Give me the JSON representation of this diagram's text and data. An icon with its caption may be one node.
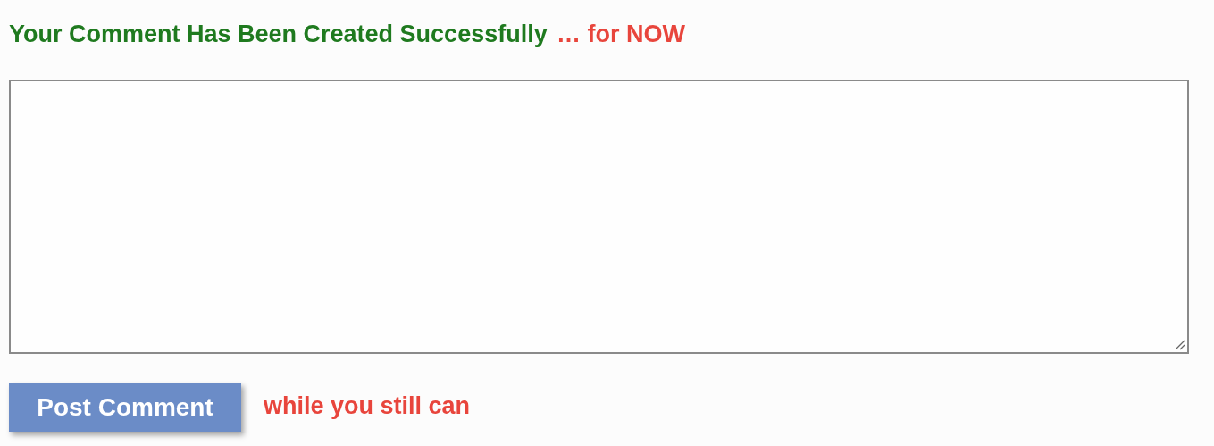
{
  "diagram": {
    "nodes": [
      {
        "text": [],
        "shape": "box"
      },
      {
        "text": [
          "Post Comment"
        ]
      }
    ],
    "labels": [
      "Your Comment Has Been Created Successfully",
      "… for NOW",
      "while you still can"
    ]
  }
}
